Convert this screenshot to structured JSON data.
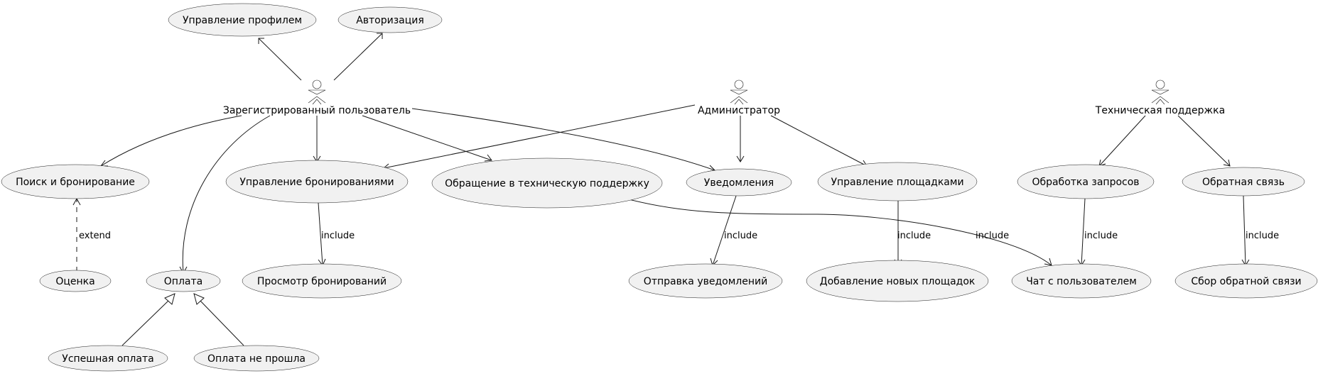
{
  "actors": {
    "registered_user": "Зарегистрированный пользователь",
    "admin": "Администратор",
    "support": "Техническая поддержка"
  },
  "use_cases": {
    "manage_profile": "Управление профилем",
    "authorization": "Авторизация",
    "search_booking": "Поиск и бронирование",
    "manage_bookings": "Управление бронированиями",
    "contact_support": "Обращение в техническую поддержку",
    "notifications": "Уведомления",
    "manage_venues": "Управление площадками",
    "process_requests": "Обработка запросов",
    "feedback": "Обратная связь",
    "rating": "Оценка",
    "payment": "Оплата",
    "view_bookings": "Просмотр бронирований",
    "send_notifications": "Отправка уведомлений",
    "add_venues": "Добавление новых площадок",
    "chat_with_user": "Чат с пользователем",
    "collect_feedback": "Сбор обратной связи",
    "payment_success": "Успешная оплата",
    "payment_failed": "Оплата не прошла"
  },
  "edge_labels": {
    "extend": "extend",
    "include": "include"
  }
}
